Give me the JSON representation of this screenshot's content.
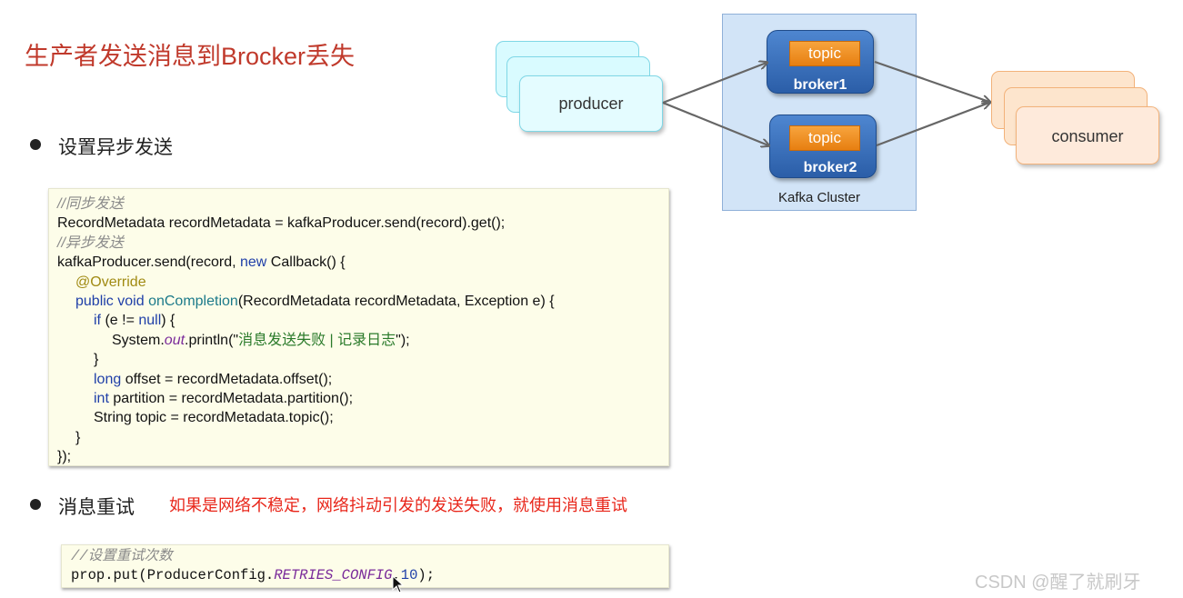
{
  "slide": {
    "title": "生产者发送消息到Brocker丢失",
    "bullets": [
      {
        "label": "设置异步发送"
      },
      {
        "label": "消息重试",
        "note": "如果是网络不稳定，网络抖动引发的发送失败，就使用消息重试"
      }
    ]
  },
  "code_async": {
    "lines": [
      "//同步发送",
      "RecordMetadata recordMetadata = kafkaProducer.send(record).get();",
      "//异步发送",
      "kafkaProducer.send(record, new Callback() {",
      "@Override",
      "public void onCompletion(RecordMetadata recordMetadata, Exception e) {",
      "if (e != null) {",
      "System.out.println(\"消息发送失败 | 记录日志\");",
      "}",
      "long offset = recordMetadata.offset();",
      "int partition = recordMetadata.partition();",
      "String topic = recordMetadata.topic();",
      "}",
      "});"
    ]
  },
  "code_retry": {
    "comment": "//设置重试次数",
    "line": "prop.put(ProducerConfig.RETRIES_CONFIG,10);"
  },
  "diagram": {
    "producer": "producer",
    "consumer": "consumer",
    "cluster_label": "Kafka Cluster",
    "brokers": [
      {
        "topic": "topic",
        "name": "broker1"
      },
      {
        "topic": "topic",
        "name": "broker2"
      }
    ]
  },
  "watermark": "CSDN @醒了就刷牙",
  "colors": {
    "title": "#c0392b",
    "note": "#e8261a",
    "broker": "#2b5ea8",
    "topic": "#e77f11"
  }
}
